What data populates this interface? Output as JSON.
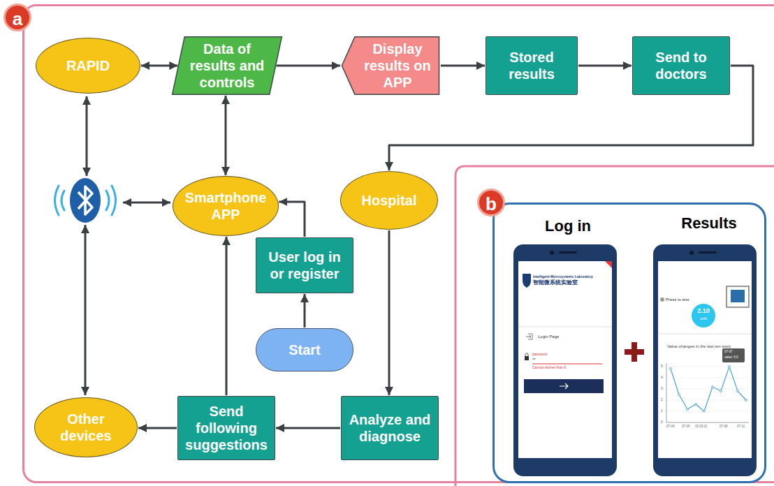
{
  "diagram": {
    "nodes": [
      {
        "text": [
          "a"
        ]
      },
      {
        "text": [
          "RAPID"
        ],
        "in": 0
      },
      {
        "text": [
          "Data of results and controls"
        ],
        "in": 0
      },
      {
        "text": [
          "Display results on APP"
        ],
        "in": 0
      },
      {
        "text": [
          "Stored results"
        ],
        "in": 0
      },
      {
        "text": [
          "Send to doctors"
        ],
        "in": 0
      },
      {
        "text": [
          "Smartphone APP"
        ],
        "in": 0
      },
      {
        "text": [
          "Hospital"
        ],
        "in": 0
      },
      {
        "text": [
          "User log in or register"
        ],
        "in": 0
      },
      {
        "text": [
          "Start"
        ],
        "in": 0
      },
      {
        "text": [
          "Other devices"
        ],
        "in": 0
      },
      {
        "text": [
          "Send following suggestions"
        ],
        "in": 0
      },
      {
        "text": [
          "Analyze and diagnose"
        ],
        "in": 0
      },
      {
        "text": [
          "b",
          "Log in",
          "Results"
        ],
        "in": 0
      }
    ],
    "edges": [
      {
        "from": 1,
        "to": 2,
        "arrow": "both"
      },
      {
        "from": 2,
        "to": 3,
        "arrow": "to"
      },
      {
        "from": 3,
        "to": 4,
        "arrow": "to"
      },
      {
        "from": 4,
        "to": 5,
        "arrow": "to"
      },
      {
        "from": 5,
        "to": 7,
        "arrow": "to"
      },
      {
        "from": 2,
        "to": 6,
        "arrow": "both"
      },
      {
        "from": 9,
        "to": 8,
        "arrow": "to"
      },
      {
        "from": 8,
        "to": 6,
        "arrow": "to"
      },
      {
        "from": 7,
        "to": 12,
        "arrow": "to"
      },
      {
        "from": 12,
        "to": 11,
        "arrow": "to"
      },
      {
        "from": 11,
        "to": 10,
        "arrow": "to"
      },
      {
        "from": 11,
        "to": 6,
        "arrow": "to"
      }
    ],
    "labels": [
      "Intelligent Microsystems Laboratory",
      "智能微系统实验室",
      "Login Page",
      "password",
      "**",
      "Cannot shorter than 6",
      "Press to test",
      "2.10",
      "unit",
      "Value changes in the last ten tests",
      "5",
      "4",
      "3",
      "2",
      "1",
      "0",
      "07-04",
      "07-05",
      "15:29:21",
      "07-08",
      "07-11",
      "07-07",
      "value: 5.0"
    ]
  }
}
